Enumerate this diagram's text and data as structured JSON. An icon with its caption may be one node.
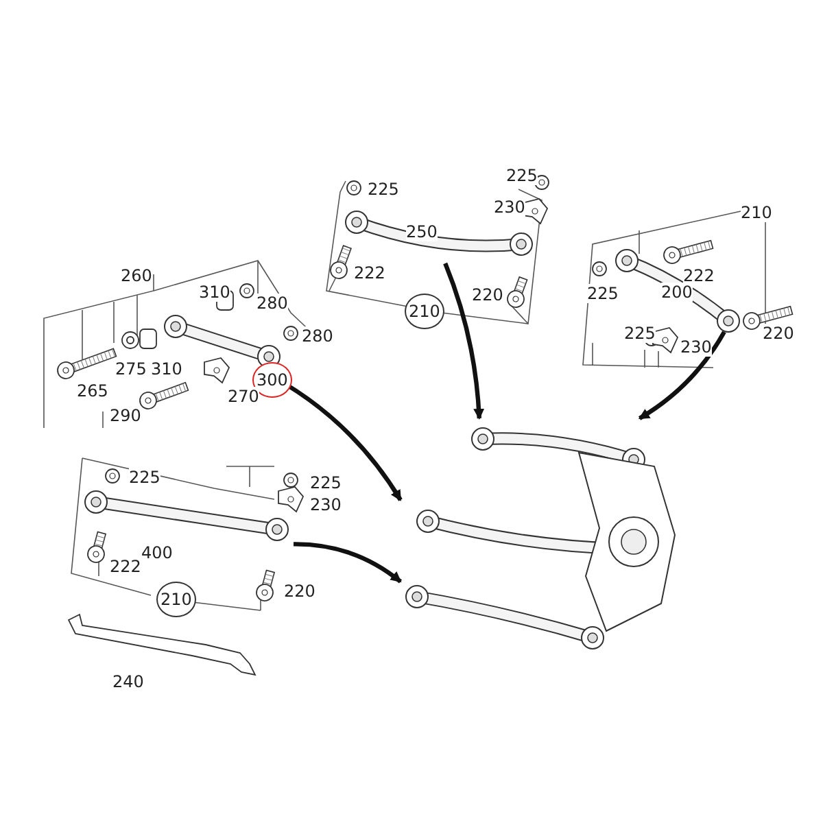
{
  "diagram": {
    "nodes": [
      {
        "text": [],
        "shape": "picture"
      },
      {
        "text": [],
        "shape": "picture"
      },
      {
        "text": [],
        "shape": "picture"
      },
      {
        "text": [],
        "shape": "picture"
      },
      {
        "text": [],
        "shape": "picture"
      }
    ],
    "edges": [
      {
        "from": 0,
        "to": 4,
        "arrow": "to"
      },
      {
        "from": 1,
        "to": 4,
        "arrow": "to"
      },
      {
        "from": 2,
        "to": 4,
        "arrow": "to"
      },
      {
        "from": 3,
        "to": 4,
        "arrow": "to"
      }
    ],
    "labels": [
      "225",
      "225",
      "230",
      "250",
      "222",
      "220",
      "210",
      "210",
      "222",
      "225",
      "200",
      "225",
      "230",
      "220",
      "260",
      "280",
      "310",
      "280",
      "310",
      "275",
      "265",
      "300",
      "270",
      "290",
      "225",
      "225",
      "230",
      "400",
      "222",
      "220",
      "210",
      "240"
    ]
  }
}
